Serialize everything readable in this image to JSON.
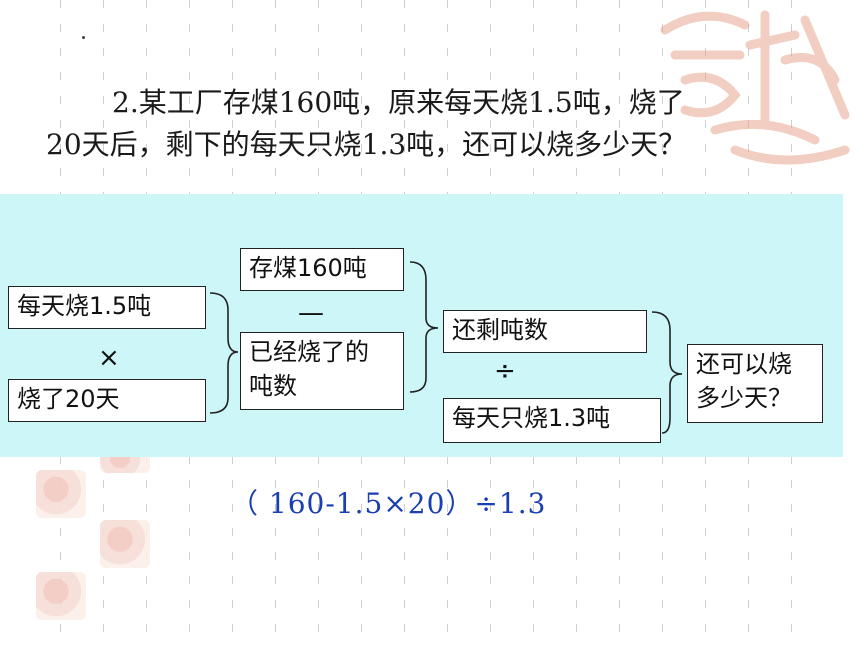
{
  "question": {
    "line1": "2.某工厂存煤160吨，原来每天烧1.5吨，烧了",
    "line2": "20天后，剩下的每天只烧1.3吨，还可以烧多少天？"
  },
  "diagram": {
    "box_daily": "每天烧1.5吨",
    "op_times": "×",
    "box_days": "烧了20天",
    "box_stock": "存煤160吨",
    "op_minus": "—",
    "box_burned_line1": "已经烧了的",
    "box_burned_line2": "吨数",
    "box_remaining": "还剩吨数",
    "op_divide": "÷",
    "box_new_daily": "每天只烧1.3吨",
    "box_answer_line1": "还可以烧",
    "box_answer_line2": "多少天？"
  },
  "formula": "（ 160-1.5×20）÷1.3",
  "colors": {
    "panel": "#ccf6f8",
    "formula": "#1a3fb0",
    "seal": "#f2c9bf"
  }
}
